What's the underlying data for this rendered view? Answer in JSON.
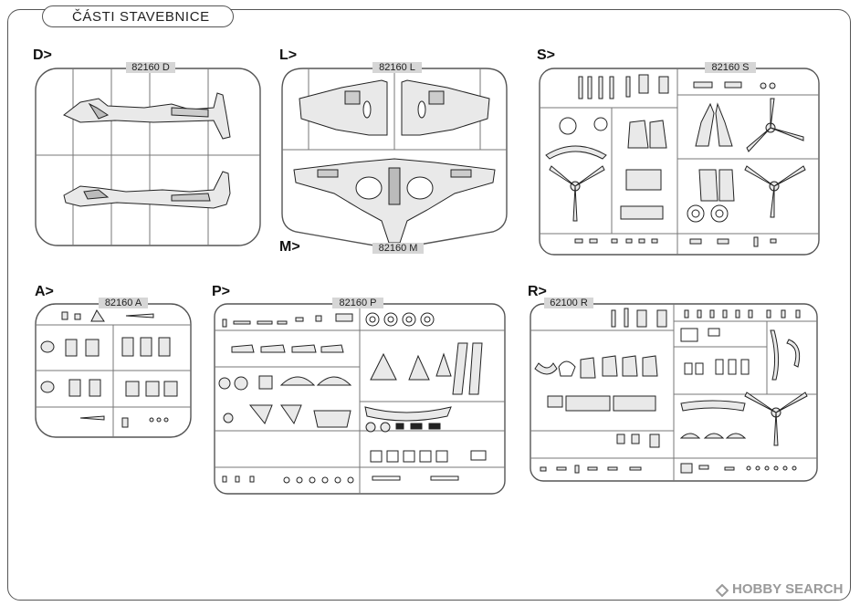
{
  "header": {
    "title": "ČÁSTI STAVEBNICE"
  },
  "sections": {
    "D": {
      "label": "D>",
      "code": "82160 D"
    },
    "L": {
      "label": "L>",
      "code": "82160 L"
    },
    "M": {
      "label": "M>",
      "code": "82160 M"
    },
    "S": {
      "label": "S>",
      "code": "82160 S"
    },
    "A": {
      "label": "A>",
      "code": "82160 A"
    },
    "P": {
      "label": "P>",
      "code": "82160 P"
    },
    "R": {
      "label": "R>",
      "code": "62100 R"
    }
  },
  "watermark": {
    "text": "HOBBY SEARCH"
  },
  "colors": {
    "line": "#444444",
    "code_bg": "#d6d6d6",
    "part_fill": "#e9e9e9",
    "dark": "#222222"
  }
}
